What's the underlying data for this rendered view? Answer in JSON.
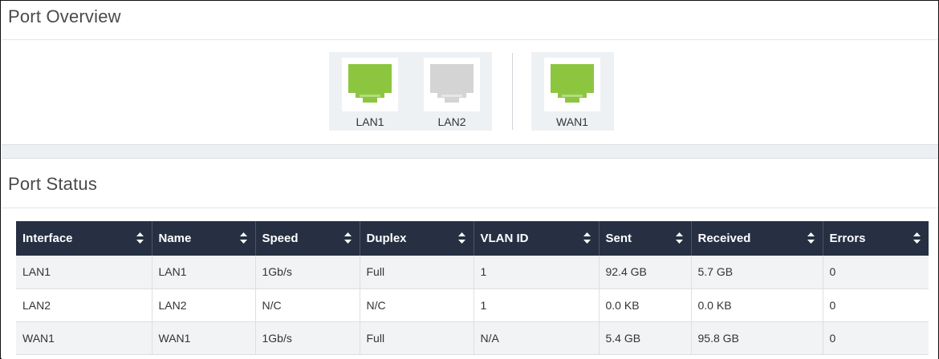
{
  "overview": {
    "title": "Port Overview",
    "ports": [
      {
        "label": "LAN1",
        "status": "connected",
        "color": "#8cc63f"
      },
      {
        "label": "LAN2",
        "status": "disconnected",
        "color": "#d4d4d4"
      },
      {
        "label": "WAN1",
        "status": "connected",
        "color": "#8cc63f"
      }
    ]
  },
  "status": {
    "title": "Port Status",
    "columns": [
      "Interface",
      "Name",
      "Speed",
      "Duplex",
      "VLAN ID",
      "Sent",
      "Received",
      "Errors"
    ],
    "rows": [
      [
        "LAN1",
        "LAN1",
        "1Gb/s",
        "Full",
        "1",
        "92.4 GB",
        "5.7 GB",
        "0"
      ],
      [
        "LAN2",
        "LAN2",
        "N/C",
        "N/C",
        "1",
        "0.0 KB",
        "0.0 KB",
        "0"
      ],
      [
        "WAN1",
        "WAN1",
        "1Gb/s",
        "Full",
        "N/A",
        "5.4 GB",
        "95.8 GB",
        "0"
      ]
    ]
  },
  "colors": {
    "header_bg": "#263042",
    "connected": "#8cc63f",
    "disconnected": "#d4d4d4"
  }
}
